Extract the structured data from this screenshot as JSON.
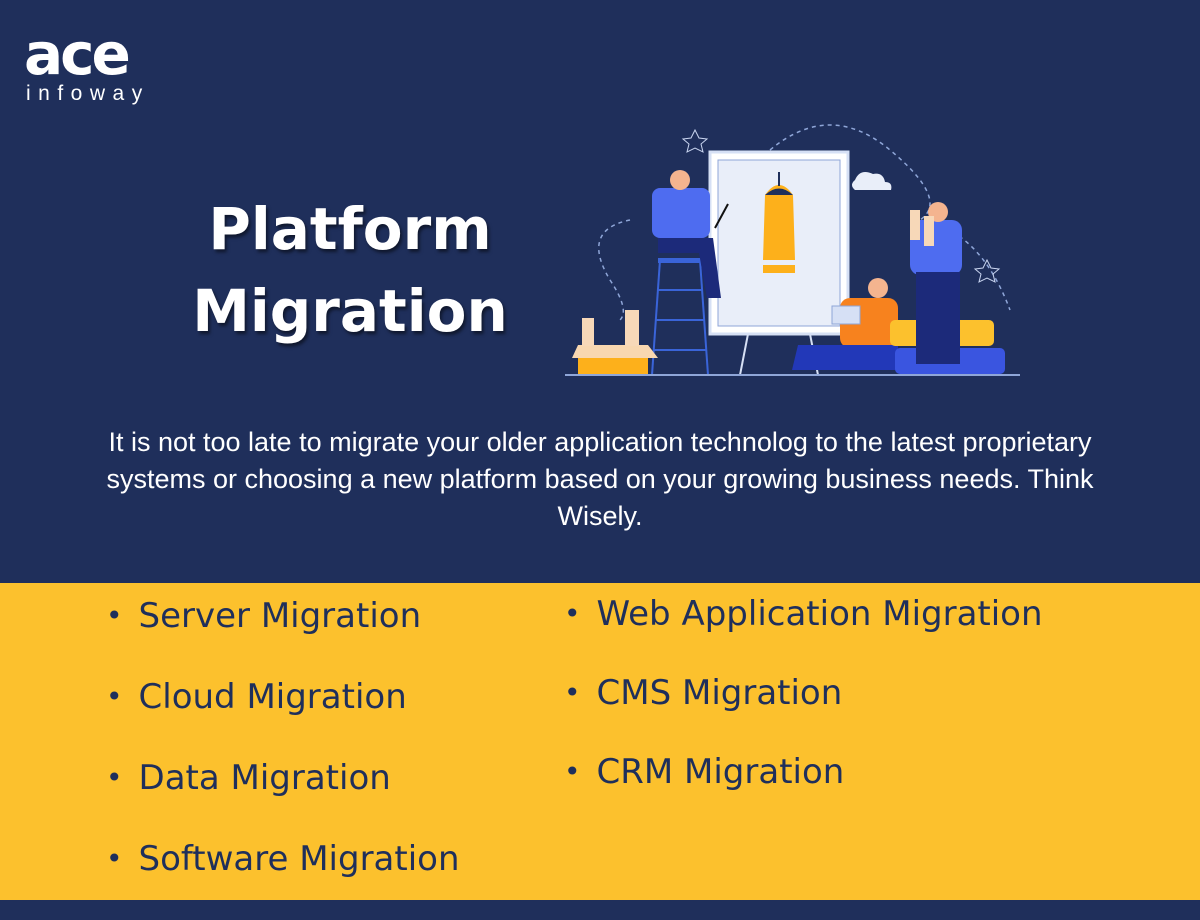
{
  "brand": {
    "logo_main": "ace",
    "logo_sub": "infoway"
  },
  "title": {
    "line1": "Platform",
    "line2": "Migration"
  },
  "description": "It is not too late to migrate your older application technolog to the latest proprietary systems or choosing a new platform based on your growing business needs. Think Wisely.",
  "services_left": [
    "Server Migration",
    "Cloud Migration",
    "Data Migration",
    "Software Migration"
  ],
  "services_right": [
    "Web Application Migration",
    "CMS Migration",
    "CRM Migration"
  ],
  "colors": {
    "navy": "#1f2f5b",
    "yellow": "#fcc12d"
  }
}
